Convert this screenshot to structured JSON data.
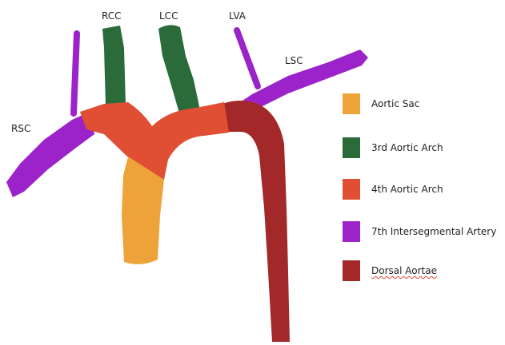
{
  "labels": {
    "rcc": "RCC",
    "lcc": "LCC",
    "lva": "LVA",
    "lsc": "LSC",
    "rsc": "RSC"
  },
  "colors": {
    "aortic_sac": "#eda33a",
    "third_arch": "#2b6b3a",
    "fourth_arch": "#e04f34",
    "seventh_intersegmental": "#9b23c9",
    "dorsal_aortae": "#a3282a"
  },
  "legend": [
    {
      "label": "Aortic Sac",
      "color": "#eda33a"
    },
    {
      "label": "3rd Aortic Arch",
      "color": "#2b6b3a"
    },
    {
      "label": "4th Aortic Arch",
      "color": "#e04f34"
    },
    {
      "label": "7th Intersegmental Artery",
      "color": "#9b23c9"
    },
    {
      "label": "Dorsal Aortae",
      "color": "#a3282a"
    }
  ]
}
